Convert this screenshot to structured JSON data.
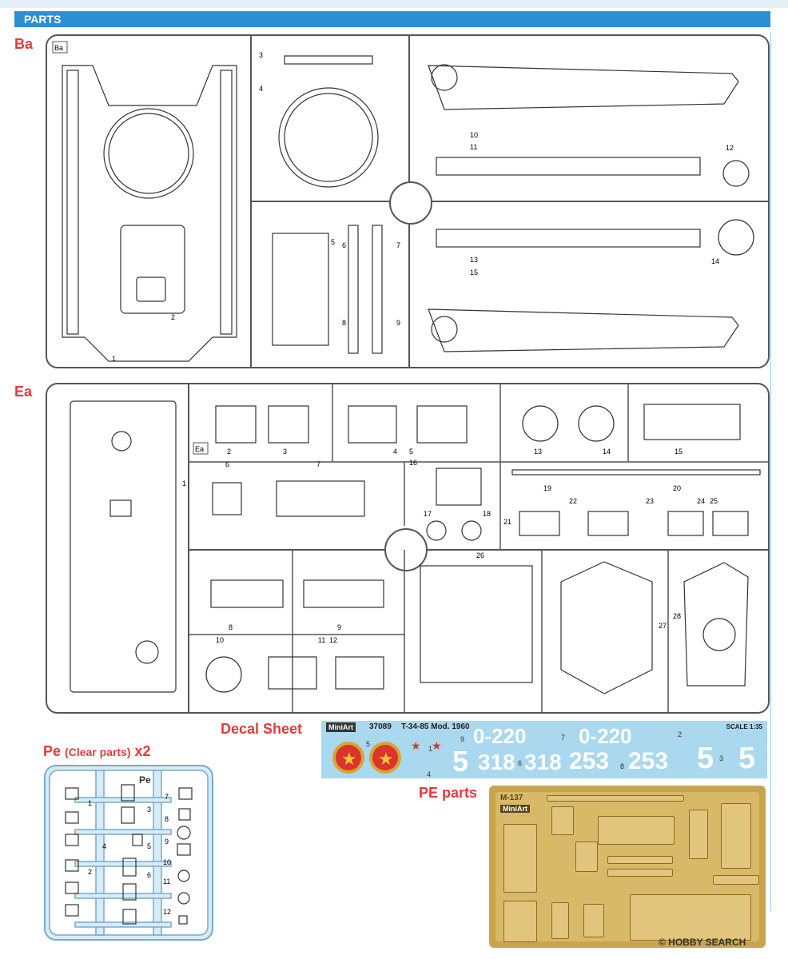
{
  "header": {
    "title": "PARTS"
  },
  "sections": {
    "ba": {
      "label": "Ba",
      "tag": "Ba"
    },
    "ea": {
      "label": "Ea",
      "tag": "Ea"
    },
    "pe_clear": {
      "label": "Pe",
      "note": "(Clear parts)",
      "multiplier": "x2",
      "tag": "Pe"
    },
    "decal": {
      "label": "Decal Sheet"
    },
    "pe_parts": {
      "label": "PE parts"
    }
  },
  "decal_sheet": {
    "brand": "MiniArt",
    "code": "37089",
    "model": "T-34-85 Mod. 1960",
    "scale": "SCALE 1:35",
    "markings": [
      "0-220",
      "0-220",
      "5",
      "318",
      "318",
      "253",
      "253",
      "5",
      "5"
    ],
    "numbers": [
      "1",
      "2",
      "3",
      "4",
      "5",
      "6",
      "7",
      "8",
      "9"
    ]
  },
  "pe_sheet": {
    "code": "M-137",
    "brand": "MiniArt"
  },
  "ba_numbers": [
    "1",
    "2",
    "3",
    "4",
    "5",
    "6",
    "7",
    "8",
    "9",
    "10",
    "11",
    "12",
    "13",
    "14",
    "15"
  ],
  "ea_numbers": [
    "1",
    "2",
    "3",
    "4",
    "5",
    "6",
    "7",
    "8",
    "9",
    "10",
    "11",
    "12",
    "13",
    "14",
    "15",
    "16",
    "17",
    "18",
    "19",
    "20",
    "21",
    "22",
    "23",
    "24",
    "25",
    "26",
    "27",
    "28"
  ],
  "pe_clear_numbers": [
    "1",
    "2",
    "3",
    "4",
    "5",
    "6",
    "7",
    "8",
    "9",
    "10",
    "11",
    "12"
  ],
  "watermark": "© HOBBY SEARCH",
  "colors": {
    "accent": "#2b8fd6",
    "label_red": "#e33b3b",
    "decal_bg": "#a9d8ef",
    "pe_brass": "#c9a44e",
    "clear_sprue": "#d6ecf7"
  }
}
